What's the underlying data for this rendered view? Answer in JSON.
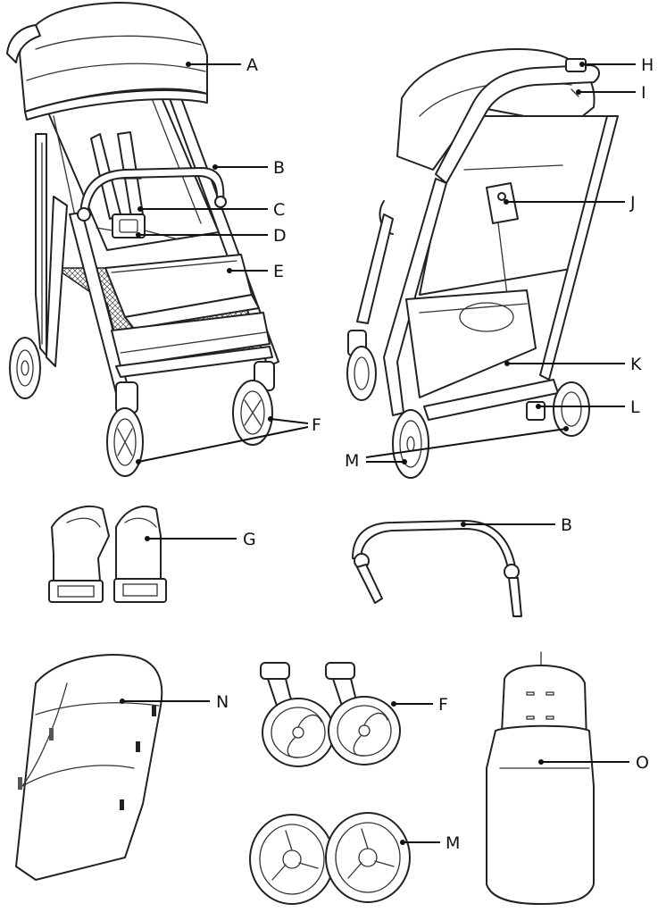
{
  "callouts": {
    "main_front": [
      {
        "letter": "A",
        "part": "canopy"
      },
      {
        "letter": "B",
        "part": "bumper-bar"
      },
      {
        "letter": "C",
        "part": "harness"
      },
      {
        "letter": "D",
        "part": "buckle"
      },
      {
        "letter": "E",
        "part": "seat-cushion"
      },
      {
        "letter": "F",
        "part": "front-wheel"
      }
    ],
    "main_rear": [
      {
        "letter": "H",
        "part": "fold-handle"
      },
      {
        "letter": "I",
        "part": "handle-release"
      },
      {
        "letter": "J",
        "part": "backrest-adjuster"
      },
      {
        "letter": "K",
        "part": "storage-basket"
      },
      {
        "letter": "L",
        "part": "brake"
      },
      {
        "letter": "M",
        "part": "rear-wheel"
      }
    ],
    "accessories": [
      {
        "letter": "G",
        "part": "car-seat-adapters"
      },
      {
        "letter": "B",
        "part": "bumper-bar"
      },
      {
        "letter": "N",
        "part": "canopy-extension"
      },
      {
        "letter": "F",
        "part": "front-wheels"
      },
      {
        "letter": "O",
        "part": "footmuff"
      },
      {
        "letter": "M",
        "part": "rear-wheels"
      }
    ]
  }
}
